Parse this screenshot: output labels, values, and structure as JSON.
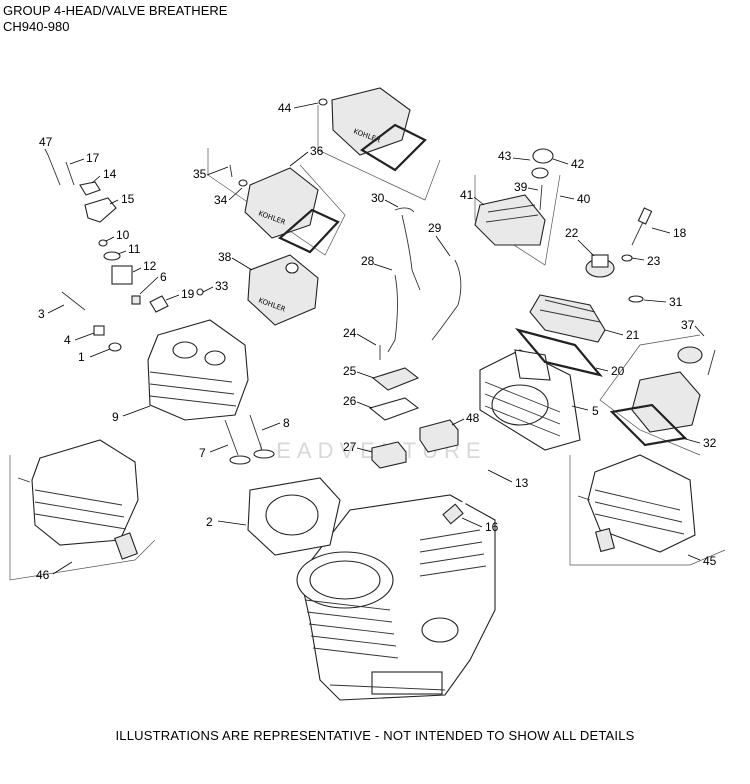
{
  "header": {
    "title": "GROUP 4-HEAD/VALVE BREATHERE",
    "subtitle": "CH940-980"
  },
  "footer": {
    "note": "ILLUSTRATIONS ARE REPRESENTATIVE - NOT INTENDED TO SHOW ALL DETAILS"
  },
  "watermark": {
    "text": "LEADVENTURE"
  },
  "cover_brand": "KOHLER",
  "callouts": [
    "1",
    "2",
    "3",
    "4",
    "5",
    "6",
    "7",
    "8",
    "9",
    "10",
    "11",
    "12",
    "13",
    "14",
    "15",
    "16",
    "17",
    "18",
    "19",
    "20",
    "21",
    "22",
    "23",
    "24",
    "25",
    "26",
    "27",
    "28",
    "29",
    "30",
    "31",
    "32",
    "33",
    "34",
    "35",
    "36",
    "37",
    "38",
    "39",
    "40",
    "41",
    "42",
    "43",
    "44",
    "45",
    "46",
    "47",
    "48"
  ]
}
